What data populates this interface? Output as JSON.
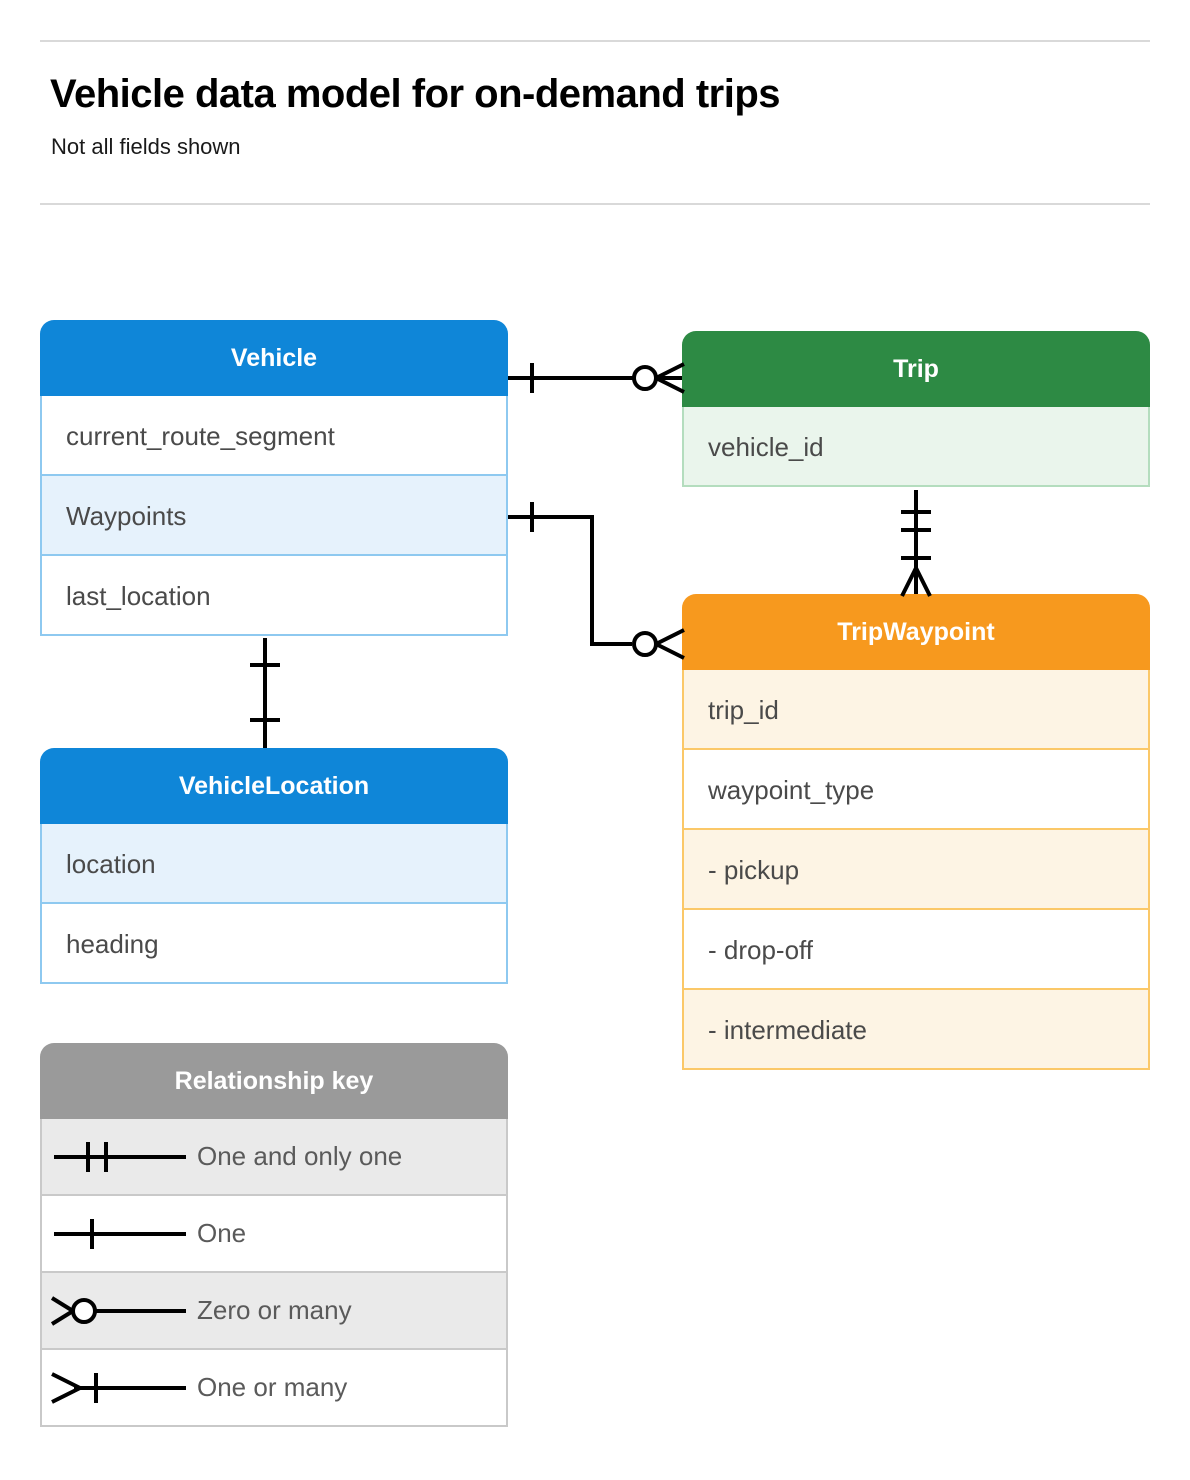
{
  "header": {
    "title": "Vehicle data model for on-demand trips",
    "subtitle": "Not all fields shown"
  },
  "colors": {
    "vehicle": "#0f86d8",
    "trip": "#2d8a44",
    "tripwaypoint": "#f7991e",
    "legend": "#9a9a9a",
    "connector": "#000000",
    "divider": "#d9d9d9",
    "row_text": "#4a4a4a"
  },
  "entities": [
    {
      "id": "vehicle",
      "name": "Vehicle",
      "theme": "blue",
      "rows": [
        {
          "label": "current_route_segment"
        },
        {
          "label": "Waypoints"
        },
        {
          "label": "last_location"
        }
      ]
    },
    {
      "id": "trip",
      "name": "Trip",
      "theme": "green",
      "rows": [
        {
          "label": "vehicle_id"
        }
      ]
    },
    {
      "id": "tripwaypoint",
      "name": "TripWaypoint",
      "theme": "orange",
      "rows": [
        {
          "label": "trip_id"
        },
        {
          "label": "waypoint_type"
        },
        {
          "label": "-  pickup"
        },
        {
          "label": "-  drop-off"
        },
        {
          "label": "-  intermediate"
        }
      ]
    },
    {
      "id": "vehiclelocation",
      "name": "VehicleLocation",
      "theme": "blue",
      "rows": [
        {
          "label": "location"
        },
        {
          "label": "heading"
        }
      ]
    }
  ],
  "legend": {
    "title": "Relationship key",
    "items": [
      {
        "symbol": "one-and-only-one",
        "label": "One and only one"
      },
      {
        "symbol": "one",
        "label": "One"
      },
      {
        "symbol": "zero-or-many",
        "label": "Zero or many"
      },
      {
        "symbol": "one-or-many",
        "label": "One or many"
      }
    ]
  },
  "relationships": [
    {
      "id": "vehicle-to-trip",
      "from": "Vehicle",
      "to": "Trip",
      "from_cardinality": "one",
      "to_cardinality": "zero-or-many"
    },
    {
      "id": "vehicle-waypoints-to-tripwaypoint",
      "from": "Vehicle.Waypoints",
      "to": "TripWaypoint",
      "from_cardinality": "one",
      "to_cardinality": "zero-or-many"
    },
    {
      "id": "trip-to-tripwaypoint",
      "from": "Trip",
      "to": "TripWaypoint",
      "from_cardinality": "one-and-only-one",
      "to_cardinality": "one-or-many"
    },
    {
      "id": "vehicle-to-vehiclelocation",
      "from": "Vehicle",
      "to": "VehicleLocation",
      "from_cardinality": "one",
      "to_cardinality": "one"
    }
  ]
}
